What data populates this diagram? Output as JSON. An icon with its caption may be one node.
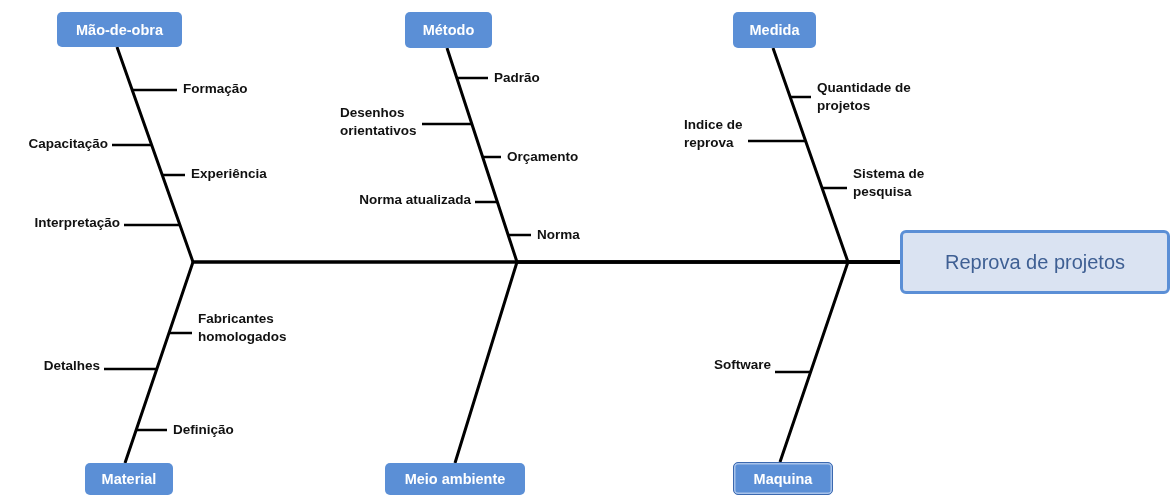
{
  "diagram": {
    "nodes": [
      {
        "text": [
          "Mão-de-obra"
        ]
      },
      {
        "text": [
          "Método"
        ]
      },
      {
        "text": [
          "Medida"
        ]
      },
      {
        "text": [
          "Reprova de projetos"
        ]
      },
      {
        "text": [
          "Material"
        ]
      },
      {
        "text": [
          "Meio ambiente"
        ]
      },
      {
        "text": [
          "Maquina"
        ]
      },
      {
        "text": [
          "Formação"
        ]
      },
      {
        "text": [
          "Capacitação"
        ]
      },
      {
        "text": [
          "Experiência"
        ]
      },
      {
        "text": [
          "Interpretação"
        ]
      },
      {
        "text": [
          "Padrão"
        ]
      },
      {
        "text": [
          "Desenhos orientativos"
        ]
      },
      {
        "text": [
          "Orçamento"
        ]
      },
      {
        "text": [
          "Norma atualizada"
        ]
      },
      {
        "text": [
          "Norma"
        ]
      },
      {
        "text": [
          "Quantidade de projetos"
        ]
      },
      {
        "text": [
          "Indice de reprova"
        ]
      },
      {
        "text": [
          "Sistema de pesquisa"
        ]
      },
      {
        "text": [
          "Fabricantes homologados"
        ]
      },
      {
        "text": [
          "Detalhes"
        ]
      },
      {
        "text": [
          "Definição"
        ]
      },
      {
        "text": [
          "Software"
        ]
      }
    ],
    "edges": [
      {
        "from": 0,
        "to": 3,
        "arrow": "none"
      },
      {
        "from": 1,
        "to": 3,
        "arrow": "none"
      },
      {
        "from": 2,
        "to": 3,
        "arrow": "none"
      },
      {
        "from": 4,
        "to": 3,
        "arrow": "none"
      },
      {
        "from": 5,
        "to": 3,
        "arrow": "none"
      },
      {
        "from": 6,
        "to": 3,
        "arrow": "none"
      },
      {
        "from": 7,
        "to": null,
        "arrow": "none"
      },
      {
        "from": 8,
        "to": null,
        "arrow": "none"
      },
      {
        "from": 9,
        "to": null,
        "arrow": "none"
      },
      {
        "from": 10,
        "to": null,
        "arrow": "none"
      },
      {
        "from": 11,
        "to": null,
        "arrow": "none"
      },
      {
        "from": 12,
        "to": null,
        "arrow": "none"
      },
      {
        "from": 13,
        "to": null,
        "arrow": "none"
      },
      {
        "from": 14,
        "to": null,
        "arrow": "none"
      },
      {
        "from": 15,
        "to": null,
        "arrow": "none"
      },
      {
        "from": 16,
        "to": null,
        "arrow": "none"
      },
      {
        "from": 17,
        "to": null,
        "arrow": "none"
      },
      {
        "from": 18,
        "to": null,
        "arrow": "none"
      },
      {
        "from": 19,
        "to": null,
        "arrow": "none"
      },
      {
        "from": 20,
        "to": null,
        "arrow": "none"
      },
      {
        "from": 21,
        "to": null,
        "arrow": "none"
      },
      {
        "from": 22,
        "to": null,
        "arrow": "none"
      }
    ]
  }
}
